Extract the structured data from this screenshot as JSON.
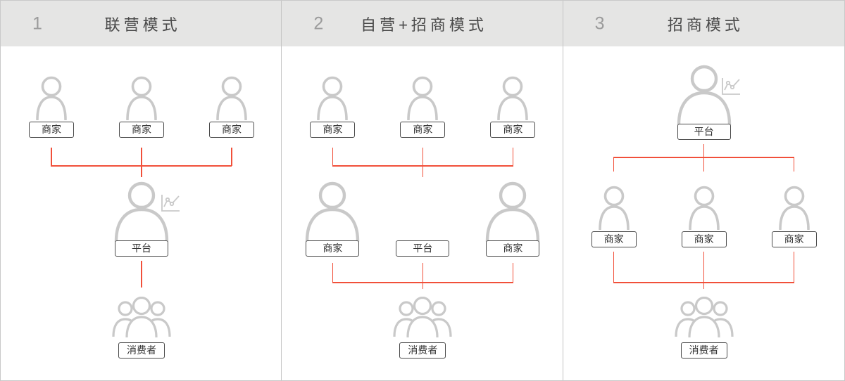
{
  "panels": [
    {
      "number": "1",
      "title": "联营模式",
      "top_row": [
        "商家",
        "商家",
        "商家"
      ],
      "mid_label": "平台",
      "bottom_label": "消费者"
    },
    {
      "number": "2",
      "title": "自营+招商模式",
      "top_row": [
        "商家",
        "商家",
        "商家"
      ],
      "mid_row": [
        "商家",
        "平台",
        "商家"
      ],
      "bottom_label": "消费者"
    },
    {
      "number": "3",
      "title": "招商模式",
      "top_label": "平台",
      "mid_row": [
        "商家",
        "商家",
        "商家"
      ],
      "bottom_label": "消费者"
    }
  ],
  "icons": {
    "person": "person-icon",
    "platform_person": "person-with-chart-icon",
    "chart": "line-chart-icon",
    "consumers": "consumers-group-icon"
  },
  "colors": {
    "connector_red": "#f1503a",
    "icon_gray": "#c9c9c9",
    "header_bg": "#e5e5e4",
    "divider_gray": "#c4c4c4",
    "box_border": "#4a4a4a"
  }
}
